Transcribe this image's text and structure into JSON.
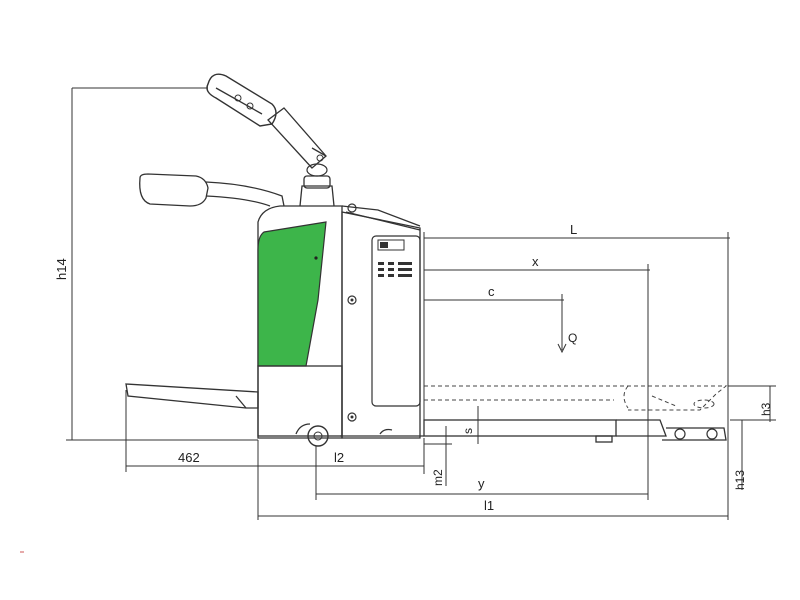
{
  "labels": {
    "L": "L",
    "x": "x",
    "c": "c",
    "Q": "Q",
    "h14": "h14",
    "h3": "h3",
    "h13": "h13",
    "s": "s",
    "m2": "m2",
    "l2": "l2",
    "y": "y",
    "l1": "l1",
    "dim_462": "462"
  },
  "colors": {
    "battery_panel": "#3db54a",
    "line": "#333333",
    "background": "#ffffff"
  }
}
